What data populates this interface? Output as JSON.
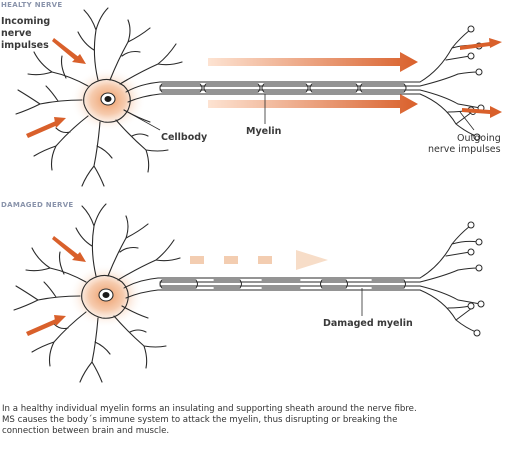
{
  "healthy": {
    "title": "HEALTY NERVE",
    "incoming_label": [
      "Incoming",
      "nerve",
      "impulses"
    ],
    "cellbody_label": "Cellbody",
    "myelin_label": "Myelin",
    "outgoing_label": [
      "Outgoing",
      "nerve impulses"
    ]
  },
  "damaged": {
    "title": "DAMAGED NERVE",
    "myelin_label": "Damaged myelin"
  },
  "caption": [
    "In a healthy individual myelin forms an insulating and supporting sheath around the nerve fibre.",
    "MS causes the body´s immune system to attack the myelin, thus disrupting or breaking the",
    "connection between brain and muscle."
  ],
  "colors": {
    "arrow": "#d9602b",
    "faded_arrow": "#f3cdb1",
    "glow": "#eeaa7a",
    "outline": "#2a2a2a",
    "title": "#8a94ab"
  }
}
